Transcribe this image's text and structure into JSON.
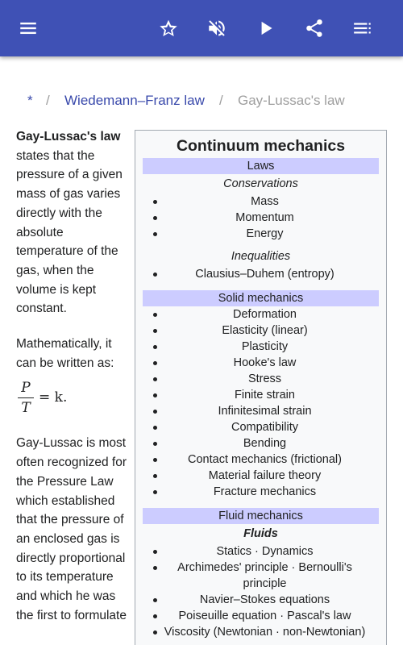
{
  "toolbar": {
    "menu_icon": "menu-icon",
    "star_icon": "star-outline-icon",
    "mute_icon": "volume-off-icon",
    "play_icon": "play-icon",
    "share_icon": "share-icon",
    "contents_icon": "table-of-contents-icon"
  },
  "colors": {
    "appbar": "#3f51b5",
    "link": "#3949ab",
    "infobox_header": "#ccccff"
  },
  "breadcrumb": {
    "root": "*",
    "separator": "/",
    "parent": "Wiedemann–Franz law",
    "current": "Gay-Lussac's law"
  },
  "article": {
    "p1_bold": "Gay-Lussac's law",
    "p1_rest": "states that the pressure of a given mass of gas varies directly with the absolute temperature of the gas, when the volume is kept constant.",
    "p2": "Mathematically, it can be written as:",
    "formula": {
      "numerator": "P",
      "denominator": "T",
      "rhs": "= k."
    },
    "p3": "Gay-Lussac is most often recognized for the Pressure Law which established that the pressure of an enclosed gas is directly proportional to its temperature and which he was the first to formulate"
  },
  "infobox": {
    "title": "Continuum mechanics",
    "laws": {
      "header": "Laws",
      "conservations_label": "Conservations",
      "conservations": [
        "Mass",
        "Momentum",
        "Energy"
      ],
      "inequalities_label": "Inequalities",
      "inequalities": [
        "Clausius–Duhem (entropy)"
      ]
    },
    "solid": {
      "header": "Solid mechanics",
      "items": [
        "Deformation",
        "Elasticity (linear)",
        "Plasticity",
        "Hooke's law",
        "Stress",
        "Finite strain",
        "Infinitesimal strain",
        "Compatibility",
        "Bending",
        "Contact mechanics (frictional)",
        "Material failure theory",
        "Fracture mechanics"
      ]
    },
    "fluid": {
      "header": "Fluid mechanics",
      "fluids_label": "Fluids",
      "items": [
        "Statics · Dynamics",
        "Archimedes' principle · Bernoulli's principle",
        "Navier–Stokes equations",
        "Poiseuille equation · Pascal's law",
        "Viscosity (Newtonian · non-Newtonian)"
      ]
    }
  }
}
